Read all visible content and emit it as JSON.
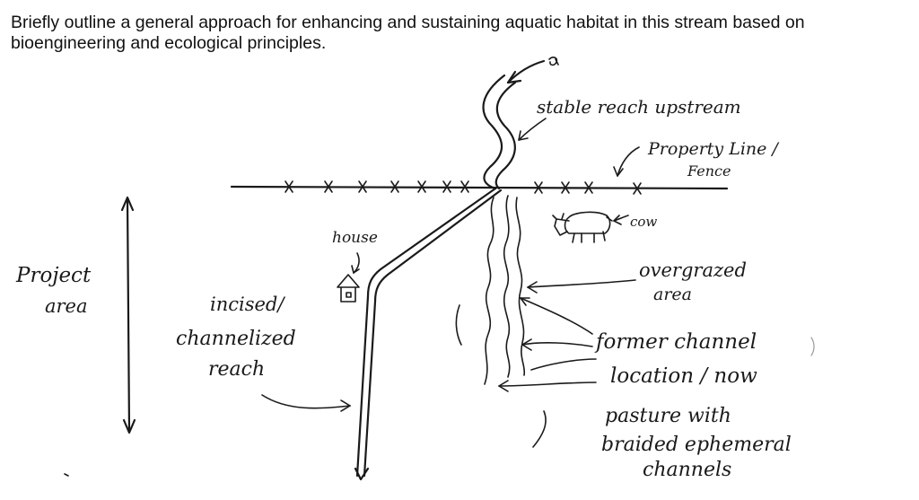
{
  "question": "Briefly outline a general approach for enhancing and sustaining aquatic habitat in this stream based on bioengineering and ecological principles.",
  "labels": {
    "stable_reach": "stable reach upstream",
    "property_line_1": "Property Line /",
    "property_line_2": "Fence",
    "cow": "cow",
    "house": "house",
    "project_1": "Project",
    "project_2": "area",
    "incised_1": "incised/",
    "incised_2": "channelized",
    "incised_3": "reach",
    "overgrazed_1": "overgrazed",
    "overgrazed_2": "area",
    "former_1": "former channel",
    "former_2": "location / now",
    "former_3": "pasture with",
    "former_4": "braided ephemeral",
    "former_5": "channels"
  }
}
